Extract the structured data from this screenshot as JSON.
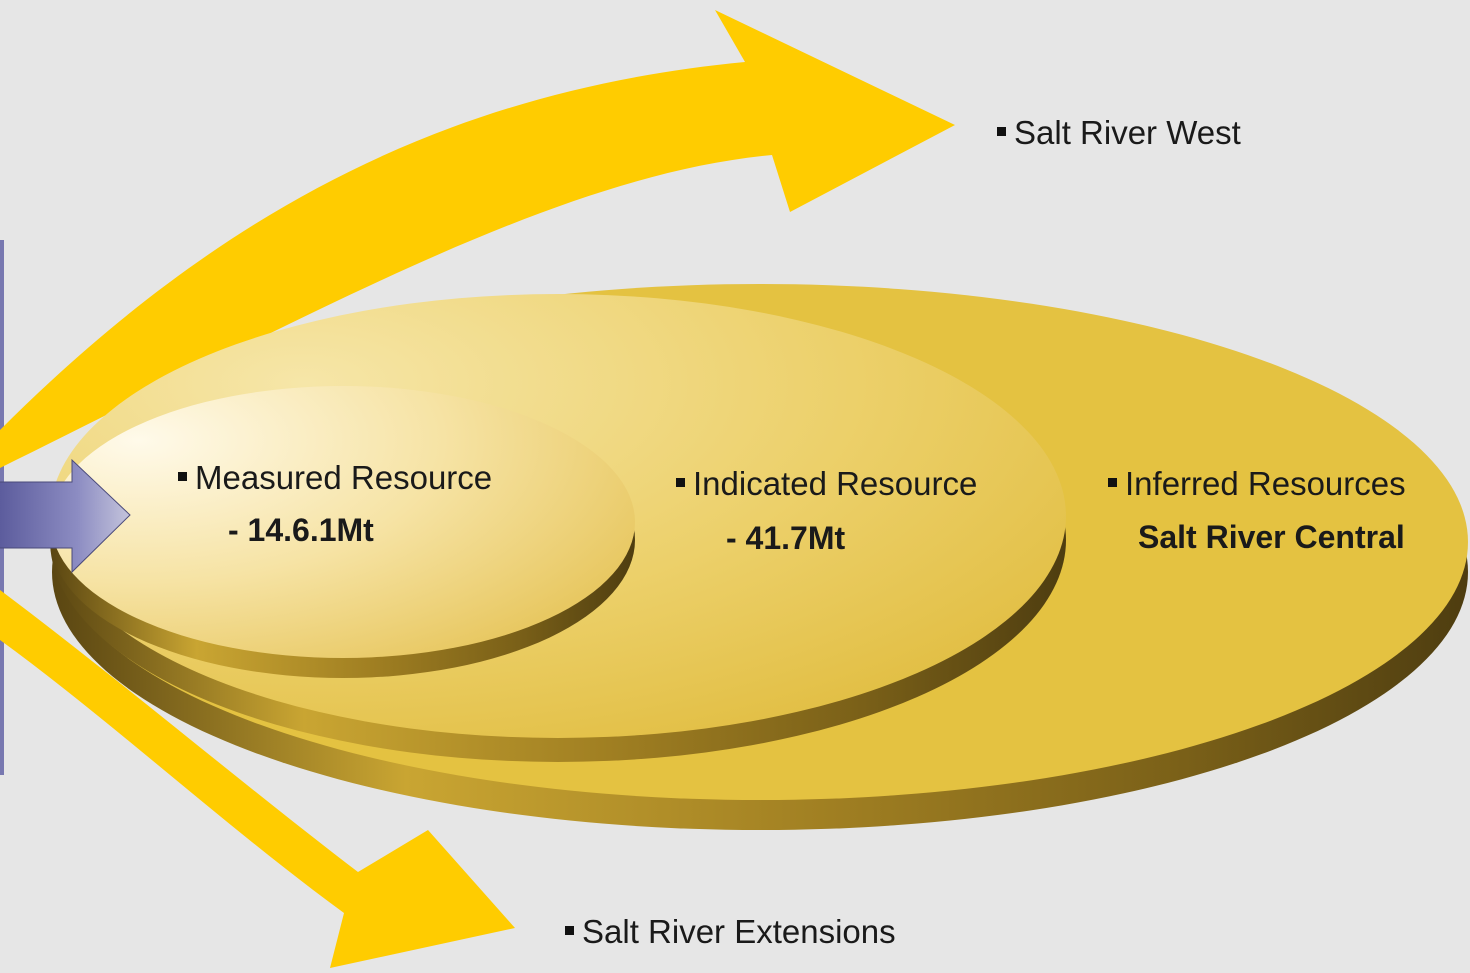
{
  "labels": {
    "salt_river_west": "Salt River West",
    "measured": "Measured Resource",
    "measured_value": "- 14.6.1Mt",
    "indicated": "Indicated Resource",
    "indicated_value": "- 41.7Mt",
    "inferred": "Inferred Resources",
    "inferred_value": "Salt River Central",
    "extensions": "Salt River Extensions"
  },
  "colors": {
    "background": "#e6e6e6",
    "arrow_yellow": "#ffcc00",
    "gold": "#e3c040",
    "gold_dark": "#6b5514",
    "light_cream": "#fdf3cf",
    "purple_arrow": "#7d7db8"
  }
}
